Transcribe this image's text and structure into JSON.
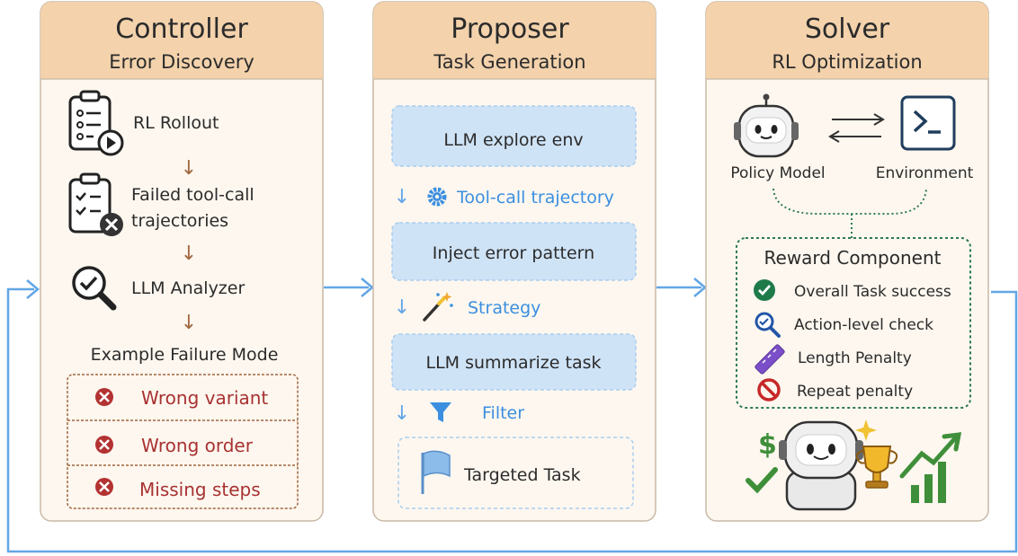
{
  "colors": {
    "panel_header": "#f3d2ac",
    "panel_body": "#fdf7ef",
    "panel_border": "#c9b9a6",
    "flow_arrow": "#62a6e6",
    "down_arrow_brown": "#a0673f",
    "down_arrow_blue": "#62a6e6",
    "error_red": "#a83232",
    "error_box_border": "#a0673f",
    "task_box_fill": "#cfe3f6",
    "task_box_border": "#a9cdef",
    "blue_text": "#3c8fe0",
    "reward_border": "#2f7a55",
    "dark_ink": "#2b2b2b"
  },
  "controller": {
    "title": "Controller",
    "subtitle": "Error Discovery",
    "rollout_label": "RL Rollout",
    "failed_line1": "Failed tool-call",
    "failed_line2": "trajectories",
    "analyzer_label": "LLM Analyzer",
    "failure_mode_label": "Example Failure Mode",
    "failures": [
      "Wrong variant",
      "Wrong order",
      "Missing steps"
    ],
    "arrow_glyph": "↓"
  },
  "proposer": {
    "title": "Proposer",
    "subtitle": "Task Generation",
    "explore_label": "LLM explore env",
    "trajectory_label": "Tool-call trajectory",
    "inject_label": "Inject error pattern",
    "strategy_label": "Strategy",
    "summarize_label": "LLM summarize task",
    "filter_label": "Filter",
    "targeted_label": "Targeted Task",
    "arrow_glyph": "↓"
  },
  "solver": {
    "title": "Solver",
    "subtitle": "RL Optimization",
    "policy_label": "Policy Model",
    "environment_label": "Environment",
    "reward_title": "Reward Component",
    "rewards": [
      {
        "label": "Overall Task success",
        "icon": "check-circle-icon"
      },
      {
        "label": "Action-level check",
        "icon": "magnifier-check-icon"
      },
      {
        "label": "Length Penalty",
        "icon": "ruler-icon"
      },
      {
        "label": "Repeat penalty",
        "icon": "prohibited-icon"
      }
    ],
    "dollar_glyph": "$"
  }
}
